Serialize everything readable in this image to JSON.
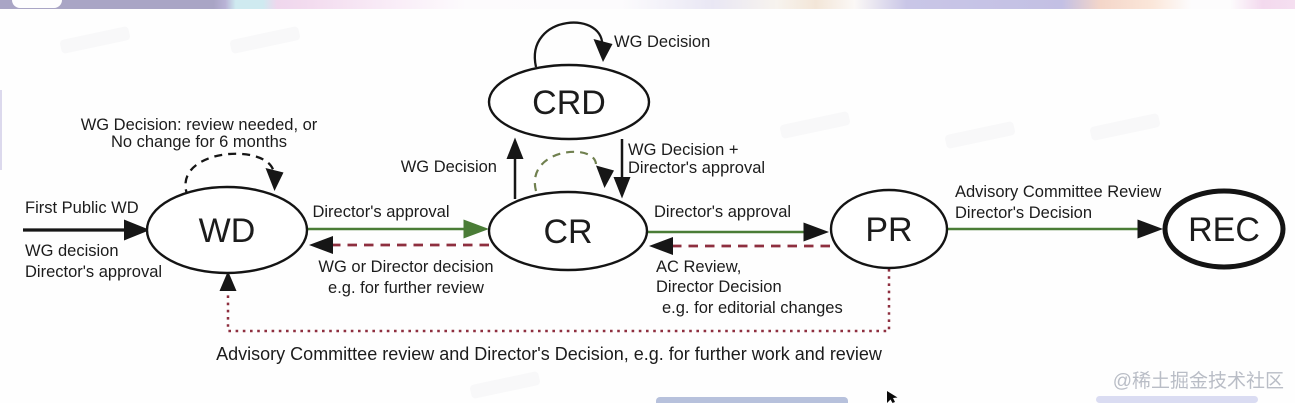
{
  "colors": {
    "green": "#4a7c36",
    "green_text": "#5a8a44",
    "dark_red": "#8e2f3f",
    "olive": "#70804f",
    "node_stroke": "#141414",
    "text": "#1c1c1c",
    "watermark_gray": "#b9bdc6"
  },
  "nodes": {
    "wd": {
      "label": "WD"
    },
    "crd": {
      "label": "CRD"
    },
    "cr": {
      "label": "CR"
    },
    "pr": {
      "label": "PR"
    },
    "rec": {
      "label": "REC"
    }
  },
  "edges": {
    "first_public_wd": {
      "top_label": "First Public WD",
      "bottom_label_1": "WG decision",
      "bottom_label_2": "Director's approval"
    },
    "wd_self_loop": {
      "label_1": "WG Decision: review needed, or",
      "label_2": "No change for 6 months"
    },
    "wd_to_cr": {
      "label": "Director's approval"
    },
    "cr_to_wd": {
      "label_1": "WG or Director decision",
      "label_2": "e.g. for further review"
    },
    "crd_self_loop": {
      "label": "WG Decision"
    },
    "cr_to_crd": {
      "label": "WG Decision"
    },
    "crd_to_cr": {
      "label_1": "WG Decision +",
      "label_2": "Director's approval"
    },
    "cr_to_pr": {
      "label": "Director's approval"
    },
    "pr_to_cr": {
      "label_1": "AC Review,",
      "label_2": "Director Decision",
      "label_3": "e.g. for editorial changes"
    },
    "pr_to_rec": {
      "label_1": "Advisory Committee Review",
      "label_2": "Director's Decision"
    },
    "pr_to_wd": {
      "label": "Advisory Committee review and Director's Decision, e.g. for further work and review"
    }
  },
  "watermark": {
    "text": "@稀土掘金技术社区"
  }
}
